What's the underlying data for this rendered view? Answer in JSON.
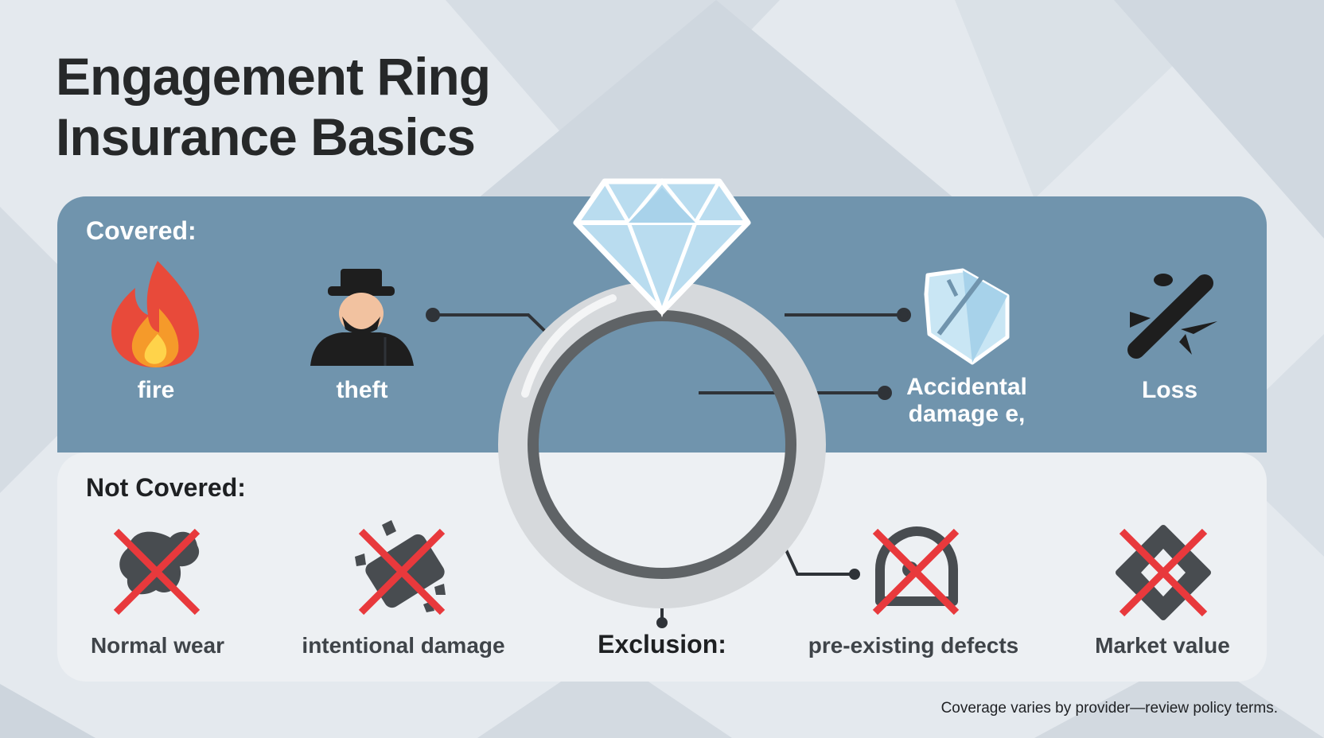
{
  "title": {
    "line1": "Engagement Ring",
    "line2": "Insurance Basics"
  },
  "covered": {
    "heading": "Covered:",
    "items": [
      {
        "label": "fire",
        "icon": "fire-icon"
      },
      {
        "label": "theft",
        "icon": "thief-icon"
      },
      {
        "label_line1": "Accidental",
        "label_line2": "damage e,",
        "icon": "broken-cube-icon"
      },
      {
        "label": "Loss",
        "icon": "lost-item-icon"
      }
    ]
  },
  "not_covered": {
    "heading": "Not Covered:",
    "items": [
      {
        "label": "Normal wear",
        "icon": "worn-blob-crossed-icon"
      },
      {
        "label": "intentional damage",
        "icon": "shattered-crossed-icon"
      },
      {
        "label": "pre-existing defects",
        "icon": "defect-crossed-icon"
      },
      {
        "label": "Market value",
        "icon": "diamond-value-crossed-icon"
      }
    ]
  },
  "center": {
    "label": "Exclusion:",
    "icon": "diamond-ring-icon"
  },
  "footnote": "Coverage varies by provider—review policy terms.",
  "colors": {
    "covered_panel": "#7094ad",
    "not_covered_panel": "#edf0f3",
    "cross_red": "#e8393c",
    "icon_dark": "#3b3f43",
    "diamond": "#b9dcef"
  }
}
